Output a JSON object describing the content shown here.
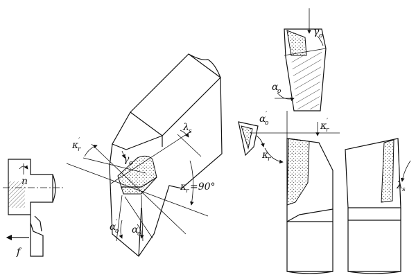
{
  "figure": {
    "labels": {
      "spindle_speed": "n",
      "feed": "f",
      "kr_prime_main": {
        "base": "κ",
        "sub": "r",
        "prime": "′"
      },
      "gamma_o_main": {
        "base": "γ",
        "sub": "o"
      },
      "lambda_s_main": {
        "base": "λ",
        "sub": "s"
      },
      "kr_main": {
        "base": "κ",
        "sub": "r",
        "suffix": "=90°"
      },
      "alpha_o_prime_main": {
        "base": "α",
        "sub": "o",
        "prime": "′"
      },
      "alpha_o_main": {
        "base": "α",
        "sub": "o"
      },
      "gamma_o_top": {
        "base": "γ",
        "sub": "o"
      },
      "alpha_o_top": {
        "base": "α",
        "sub": "o"
      },
      "alpha_o_prime_left": {
        "base": "α",
        "sub": "o",
        "prime": "′"
      },
      "kr_prime_right": {
        "base": "κ",
        "sub": "r",
        "prime": "′"
      },
      "kr_front": {
        "base": "κ",
        "sub": "r"
      },
      "lambda_s_side": {
        "base": "λ",
        "sub": "s"
      }
    }
  }
}
